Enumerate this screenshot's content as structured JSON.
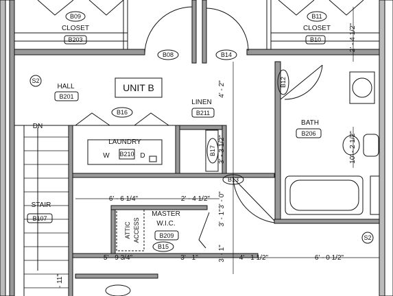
{
  "plan": {
    "unit_title": "UNIT B",
    "rooms": {
      "closet_left": {
        "name": "CLOSET",
        "tag": "B203"
      },
      "closet_right": {
        "name": "CLOSET",
        "tag": "B10"
      },
      "hall": {
        "name": "HALL",
        "tag": "B201"
      },
      "linen": {
        "name": "LINEN",
        "tag": "B211"
      },
      "laundry": {
        "name": "LAUNDRY",
        "tag": "B210"
      },
      "bath": {
        "name": "BATH",
        "tag": "B206"
      },
      "stair": {
        "name": "STAIR",
        "tag": "B107"
      },
      "master_wic": {
        "name": "MASTER",
        "name2": "W.I.C.",
        "tag": "B209"
      }
    },
    "doors": [
      "B09",
      "B11",
      "B08",
      "B14",
      "B12",
      "B16",
      "B17",
      "B13",
      "B15"
    ],
    "section_markers": [
      "S2",
      "S2"
    ],
    "dn_label": "DN",
    "attic_access": [
      "ATTIC",
      "ACCESS"
    ],
    "appliance_w": "W",
    "appliance_d": "D",
    "dimensions": {
      "d1": "6' - 6 1/4\"",
      "d2": "2' - 4 1/2\"",
      "d3": "5' - 9 3/4\"",
      "d4": "3' - 1\"",
      "d5": "4' - 1 1/2\"",
      "d6": "6' - 0 1/2\"",
      "v1": "4' - 2\"",
      "v2": "3' - 3 1/2\"",
      "v3": "3' - 0\"",
      "v4": "3' - 1\"",
      "v5": "3' - 1\"",
      "v6": "2' - 4 1/2\"",
      "v7": "10' - 2 1/2\"",
      "v8": "- 11\""
    }
  }
}
